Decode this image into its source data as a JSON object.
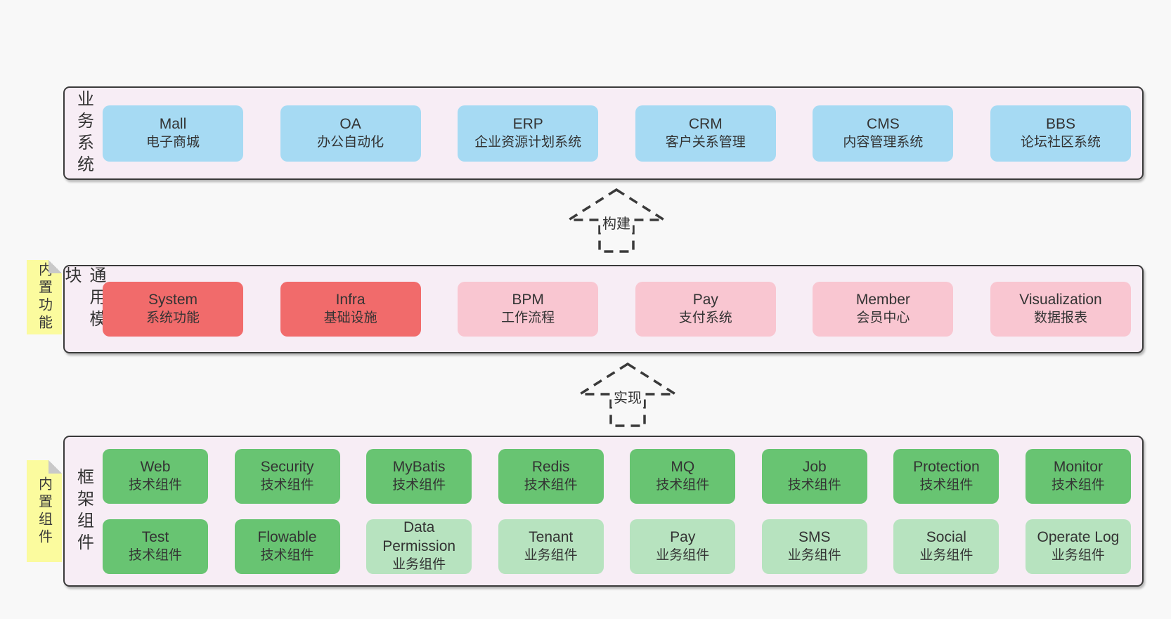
{
  "layers": [
    {
      "id": "business-systems",
      "label": "业务系统",
      "boxes": [
        {
          "name": "Mall",
          "desc": "电子商城",
          "type": "blue"
        },
        {
          "name": "OA",
          "desc": "办公自动化",
          "type": "blue"
        },
        {
          "name": "ERP",
          "desc": "企业资源计划系统",
          "type": "blue"
        },
        {
          "name": "CRM",
          "desc": "客户关系管理",
          "type": "blue"
        },
        {
          "name": "CMS",
          "desc": "内容管理系统",
          "type": "blue"
        },
        {
          "name": "BBS",
          "desc": "论坛社区系统",
          "type": "blue"
        }
      ]
    },
    {
      "id": "common-modules",
      "label": "通用模块",
      "note": "内置功能",
      "boxes": [
        {
          "name": "System",
          "desc": "系统功能",
          "type": "red"
        },
        {
          "name": "Infra",
          "desc": "基础设施",
          "type": "red"
        },
        {
          "name": "BPM",
          "desc": "工作流程",
          "type": "pink"
        },
        {
          "name": "Pay",
          "desc": "支付系统",
          "type": "pink"
        },
        {
          "name": "Member",
          "desc": "会员中心",
          "type": "pink"
        },
        {
          "name": "Visualization",
          "desc": "数据报表",
          "type": "pink"
        }
      ]
    },
    {
      "id": "framework-components",
      "label": "框架组件",
      "note": "内置组件",
      "rows": [
        [
          {
            "name": "Web",
            "desc": "技术组件",
            "type": "green"
          },
          {
            "name": "Security",
            "desc": "技术组件",
            "type": "green"
          },
          {
            "name": "MyBatis",
            "desc": "技术组件",
            "type": "green"
          },
          {
            "name": "Redis",
            "desc": "技术组件",
            "type": "green"
          },
          {
            "name": "MQ",
            "desc": "技术组件",
            "type": "green"
          },
          {
            "name": "Job",
            "desc": "技术组件",
            "type": "green"
          },
          {
            "name": "Protection",
            "desc": "技术组件",
            "type": "green"
          },
          {
            "name": "Monitor",
            "desc": "技术组件",
            "type": "green"
          }
        ],
        [
          {
            "name": "Test",
            "desc": "技术组件",
            "type": "green"
          },
          {
            "name": "Flowable",
            "desc": "技术组件",
            "type": "green"
          },
          {
            "name": "Data Permission",
            "desc": "业务组件",
            "type": "green-light"
          },
          {
            "name": "Tenant",
            "desc": "业务组件",
            "type": "green-light"
          },
          {
            "name": "Pay",
            "desc": "业务组件",
            "type": "green-light"
          },
          {
            "name": "SMS",
            "desc": "业务组件",
            "type": "green-light"
          },
          {
            "name": "Social",
            "desc": "业务组件",
            "type": "green-light"
          },
          {
            "name": "Operate Log",
            "desc": "业务组件",
            "type": "green-light"
          }
        ]
      ]
    }
  ],
  "arrows": [
    {
      "label": "构建"
    },
    {
      "label": "实现"
    }
  ],
  "colors": {
    "page-bg": "#f8f8f8",
    "layer-bg": "#f7edf5",
    "layer-border": "#3a3a3a",
    "box-blue": "#a6daf3",
    "box-red": "#f16b6b",
    "box-pink": "#f9c6d1",
    "box-green": "#68c472",
    "box-green-light": "#b7e3bf",
    "sticky-yellow": "#fbfb9e",
    "sticky-fold": "#c9c9c9",
    "text": "#333333"
  }
}
